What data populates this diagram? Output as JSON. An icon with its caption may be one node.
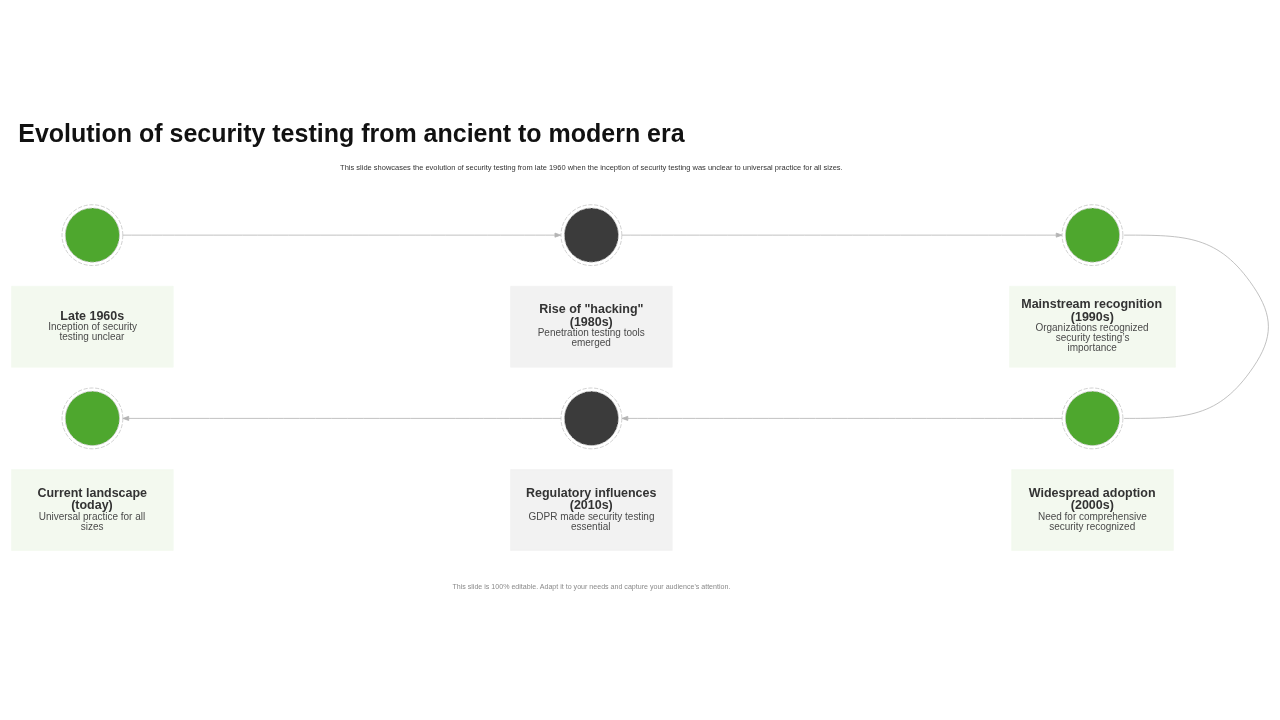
{
  "diagram": {
    "title": "Evolution of security testing from ancient to modern era",
    "nodes": [
      {
        "text": [],
        "shape": "circle"
      },
      {
        "text": [
          "Late 1960s",
          "Inception of security testing unclear"
        ]
      },
      {
        "text": [],
        "shape": "circle"
      },
      {
        "text": [
          "Rise of \"hacking\" (1980s)",
          "Penetration testing tools emerged"
        ]
      },
      {
        "text": [],
        "shape": "circle"
      },
      {
        "text": [
          "Mainstream recognition (1990s)",
          "Organizations recognized security testing’s importance"
        ]
      },
      {
        "text": [],
        "shape": "circle"
      },
      {
        "text": [
          "Current landscape (today)",
          "Universal practice for all sizes"
        ]
      },
      {
        "text": [],
        "shape": "circle"
      },
      {
        "text": [
          "Regulatory influences (2010s)",
          "GDPR made security testing essential"
        ]
      },
      {
        "text": [],
        "shape": "circle"
      },
      {
        "text": [
          "Widespread adoption (2000s)",
          "Need for comprehensive security recognized"
        ]
      }
    ],
    "edges": [
      {
        "from": 0,
        "to": 2,
        "arrow": "to"
      },
      {
        "from": 2,
        "to": 4,
        "arrow": "to"
      },
      {
        "from": 4,
        "to": 10,
        "arrow": "none"
      },
      {
        "from": 10,
        "to": 8,
        "arrow": "to"
      },
      {
        "from": 8,
        "to": 6,
        "arrow": "to"
      }
    ],
    "labels": [
      "This slide showcases the evolution of security testing from late 1960 when the inception of security testing was unclear to universal practice for all sizes.",
      "This slide is 100% editable. Adapt it to your needs and capture your audience's attention."
    ]
  }
}
